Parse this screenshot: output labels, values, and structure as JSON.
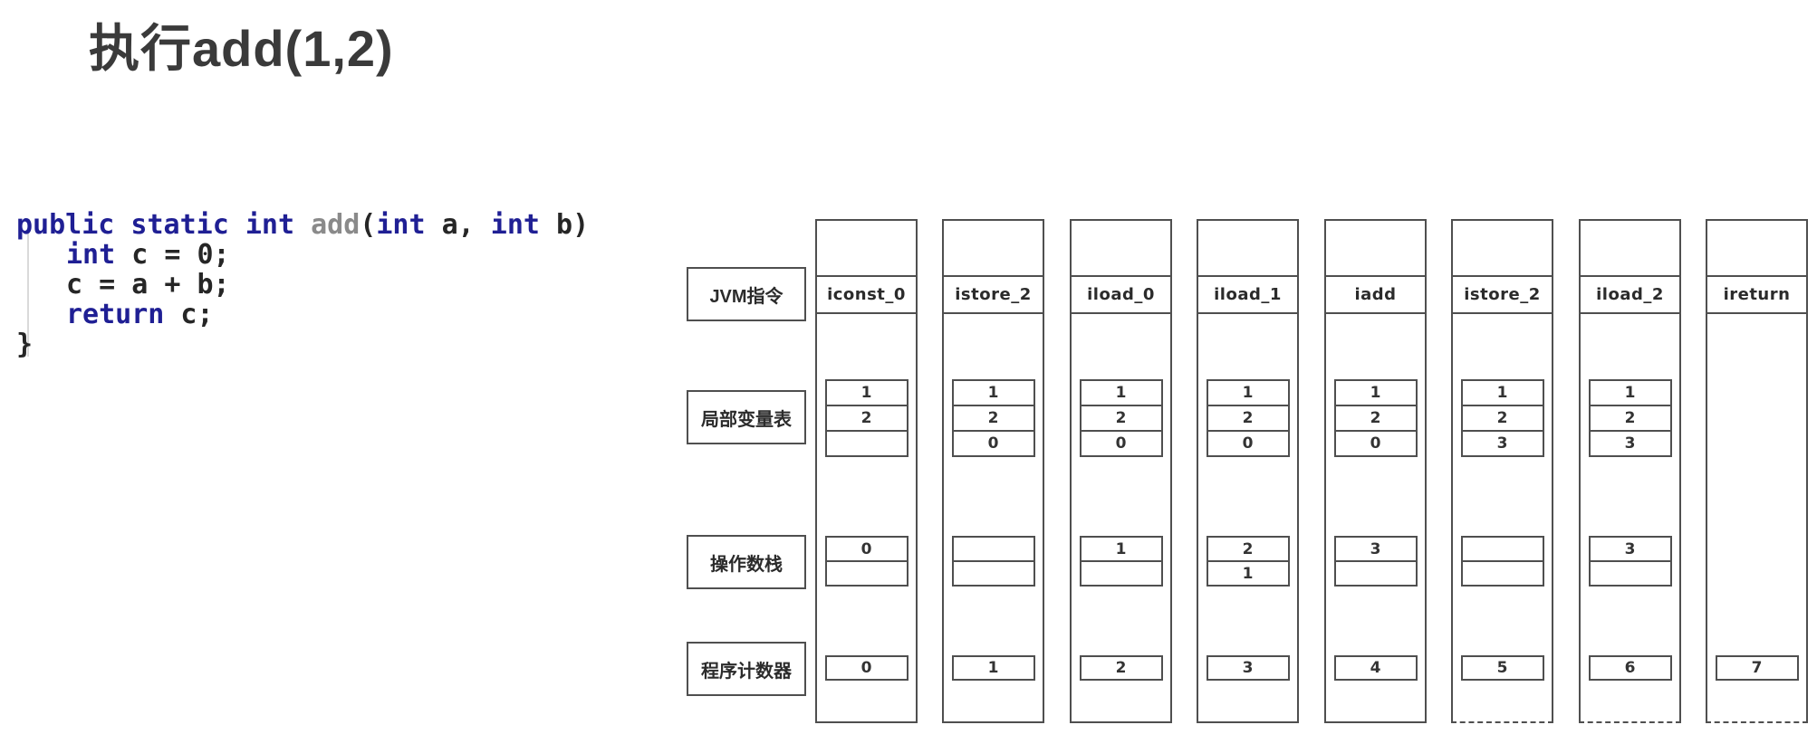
{
  "title": "执行add(1,2)",
  "code": {
    "lines": [
      {
        "indent": false,
        "tokens": [
          {
            "text": "public static int ",
            "style": "keyword"
          },
          {
            "text": "add",
            "style": "method"
          },
          {
            "text": "(",
            "style": "plain"
          },
          {
            "text": "int",
            "style": "keyword"
          },
          {
            "text": " a, ",
            "style": "plain"
          },
          {
            "text": "int",
            "style": "keyword"
          },
          {
            "text": " b)",
            "style": "plain"
          }
        ]
      },
      {
        "indent": true,
        "tokens": [
          {
            "text": "int",
            "style": "keyword"
          },
          {
            "text": " c = 0;",
            "style": "plain"
          }
        ]
      },
      {
        "indent": true,
        "tokens": [
          {
            "text": "c = a + b;",
            "style": "plain"
          }
        ]
      },
      {
        "indent": true,
        "tokens": [
          {
            "text": "return",
            "style": "keyword"
          },
          {
            "text": " c;",
            "style": "plain"
          }
        ]
      },
      {
        "indent": false,
        "tokens": [
          {
            "text": "}",
            "style": "plain"
          }
        ]
      }
    ]
  },
  "diagram": {
    "row_labels": [
      {
        "key": "jvm-instruction",
        "label": "JVM指令"
      },
      {
        "key": "local-variable-table",
        "label": "局部变量表"
      },
      {
        "key": "operand-stack",
        "label": "操作数栈"
      },
      {
        "key": "program-counter",
        "label": "程序计数器"
      }
    ],
    "columns": [
      {
        "instruction": "iconst_0",
        "local_vars": [
          "1",
          "2",
          ""
        ],
        "operand_stack": [
          "0",
          ""
        ],
        "pc": "0",
        "dashed_bottom": false
      },
      {
        "instruction": "istore_2",
        "local_vars": [
          "1",
          "2",
          "0"
        ],
        "operand_stack": [
          "",
          ""
        ],
        "pc": "1",
        "dashed_bottom": false
      },
      {
        "instruction": "iload_0",
        "local_vars": [
          "1",
          "2",
          "0"
        ],
        "operand_stack": [
          "1",
          ""
        ],
        "pc": "2",
        "dashed_bottom": false
      },
      {
        "instruction": "iload_1",
        "local_vars": [
          "1",
          "2",
          "0"
        ],
        "operand_stack": [
          "2",
          "1"
        ],
        "pc": "3",
        "dashed_bottom": false
      },
      {
        "instruction": "iadd",
        "local_vars": [
          "1",
          "2",
          "0"
        ],
        "operand_stack": [
          "3",
          ""
        ],
        "pc": "4",
        "dashed_bottom": false
      },
      {
        "instruction": "istore_2",
        "local_vars": [
          "1",
          "2",
          "3"
        ],
        "operand_stack": [
          "",
          ""
        ],
        "pc": "5",
        "dashed_bottom": true
      },
      {
        "instruction": "iload_2",
        "local_vars": [
          "1",
          "2",
          "3"
        ],
        "operand_stack": [
          "3",
          ""
        ],
        "pc": "6",
        "dashed_bottom": true
      },
      {
        "instruction": "ireturn",
        "local_vars": null,
        "operand_stack": null,
        "pc": "7",
        "dashed_bottom": true
      }
    ]
  },
  "colors": {
    "code_keyword": "#1f1f94",
    "code_method_name": "#8a8a8a",
    "code_plain": "#262626",
    "diagram_line": "#4f4f4f",
    "title_text": "#3a3a3a"
  }
}
